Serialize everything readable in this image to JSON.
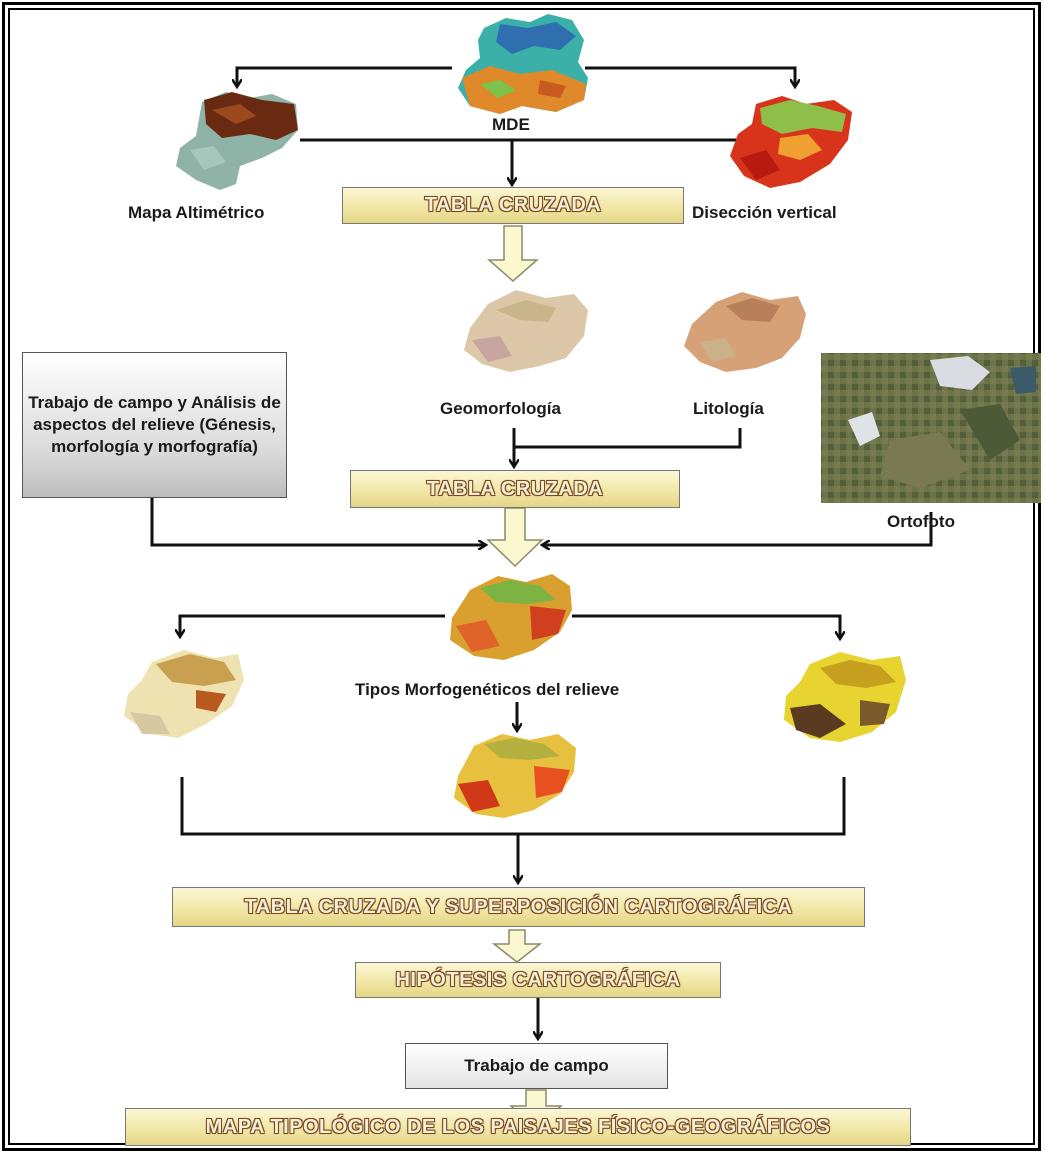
{
  "labels": {
    "mde": "MDE",
    "mapa_altimetrico": "Mapa Altimétrico",
    "diseccion_vertical": "Disección vertical",
    "geomorfologia": "Geomorfología",
    "litologia": "Litología",
    "ortofoto": "Ortofoto",
    "tipos_morfogeneticos": "Tipos Morfogenéticos del relieve"
  },
  "boxes": {
    "tabla_cruzada_1": "TABLA CRUZADA",
    "tabla_cruzada_2": "TABLA CRUZADA",
    "tabla_superposicion": "TABLA CRUZADA Y SUPERPOSICIÓN CARTOGRÁFICA",
    "hipotesis": "HIPÓTESIS CARTOGRÁFICA",
    "trabajo_campo": "Trabajo de campo",
    "mapa_tipologico": "MAPA TIPOLÓGICO DE LOS PAISAJES FÍSICO-GEOGRÁFICOS",
    "trabajo_analisis": "Trabajo de campo y Análisis de aspectos del relieve (Génesis, morfología y morfografía)"
  },
  "colors": {
    "box_fill": "#f1e7a6",
    "box_text_outline": "#7a4a1e",
    "arrow": "#111111",
    "hollow_arrow_fill": "#fbf7cf"
  }
}
